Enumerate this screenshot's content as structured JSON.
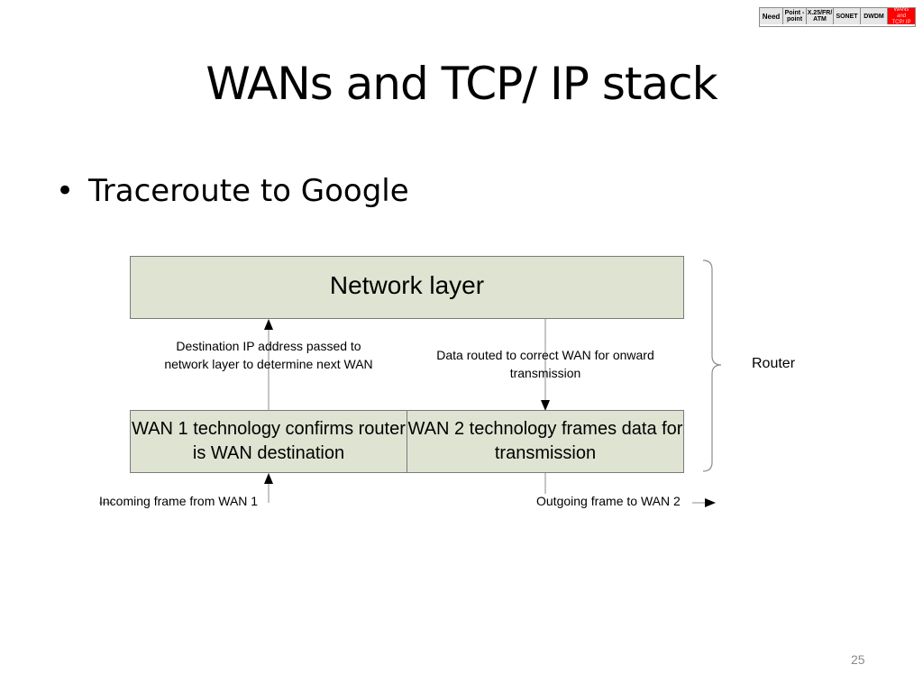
{
  "nav": [
    {
      "label": "Need",
      "active": false
    },
    {
      "label": "Point -\npoint",
      "active": false
    },
    {
      "label": "X.25/FR/\nATM",
      "active": false
    },
    {
      "label": "SONET",
      "active": false
    },
    {
      "label": "DWDM",
      "active": false
    },
    {
      "label": "WANs and\nTCP/ IP",
      "active": true
    }
  ],
  "title": "WANs and TCP/ IP stack",
  "bullet": "Traceroute to Google",
  "diagram": {
    "network_layer": "Network layer",
    "wan1": "WAN 1 technology confirms router is WAN destination",
    "wan2": "WAN 2 technology frames data for transmission",
    "note_dest": "Destination IP address passed to network layer to determine next WAN",
    "note_data": "Data routed to correct WAN for onward transmission",
    "incoming": "Incoming frame from WAN 1",
    "outgoing": "Outgoing frame to WAN 2",
    "router": "Router"
  },
  "page_number": "25",
  "colors": {
    "box_fill": "#dfe3d2",
    "active_nav": "#ff0000"
  }
}
